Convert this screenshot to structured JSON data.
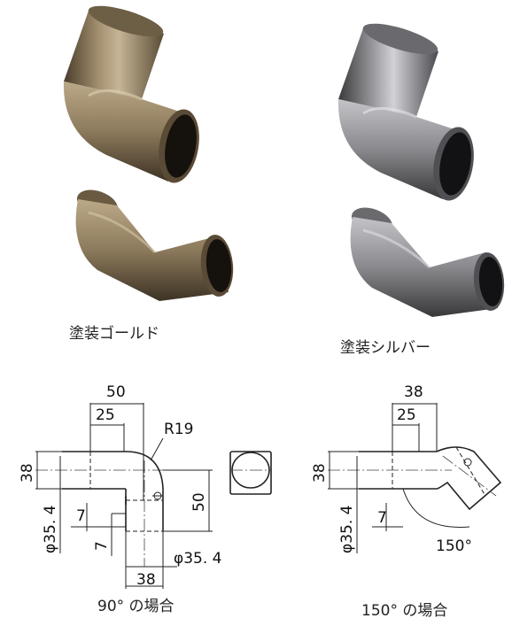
{
  "products": {
    "gold_label": "塗装ゴールド",
    "silver_label": "塗装シルバー"
  },
  "drawing_90": {
    "dim_top": "50",
    "dim_inner": "25",
    "radius": "R19",
    "dim_left": "38",
    "dim_right": "50",
    "dim_small": "7",
    "dim_small2": "7",
    "dia_left": "φ35. 4",
    "dia_bottom": "φ35. 4",
    "dim_bottom": "38",
    "caption": "90°  の場合"
  },
  "drawing_150": {
    "dim_top": "38",
    "dim_inner": "25",
    "dim_left": "38",
    "dim_small": "7",
    "dia_left": "φ35. 4",
    "angle": "150°",
    "caption": "150°  の場合"
  },
  "colors": {
    "gold_dark": "#3a3024",
    "gold_mid": "#8a7a60",
    "gold_light": "#c9b99a",
    "silver_dark": "#2e2e30",
    "silver_mid": "#7a7a7e",
    "silver_light": "#c8c8cc"
  }
}
